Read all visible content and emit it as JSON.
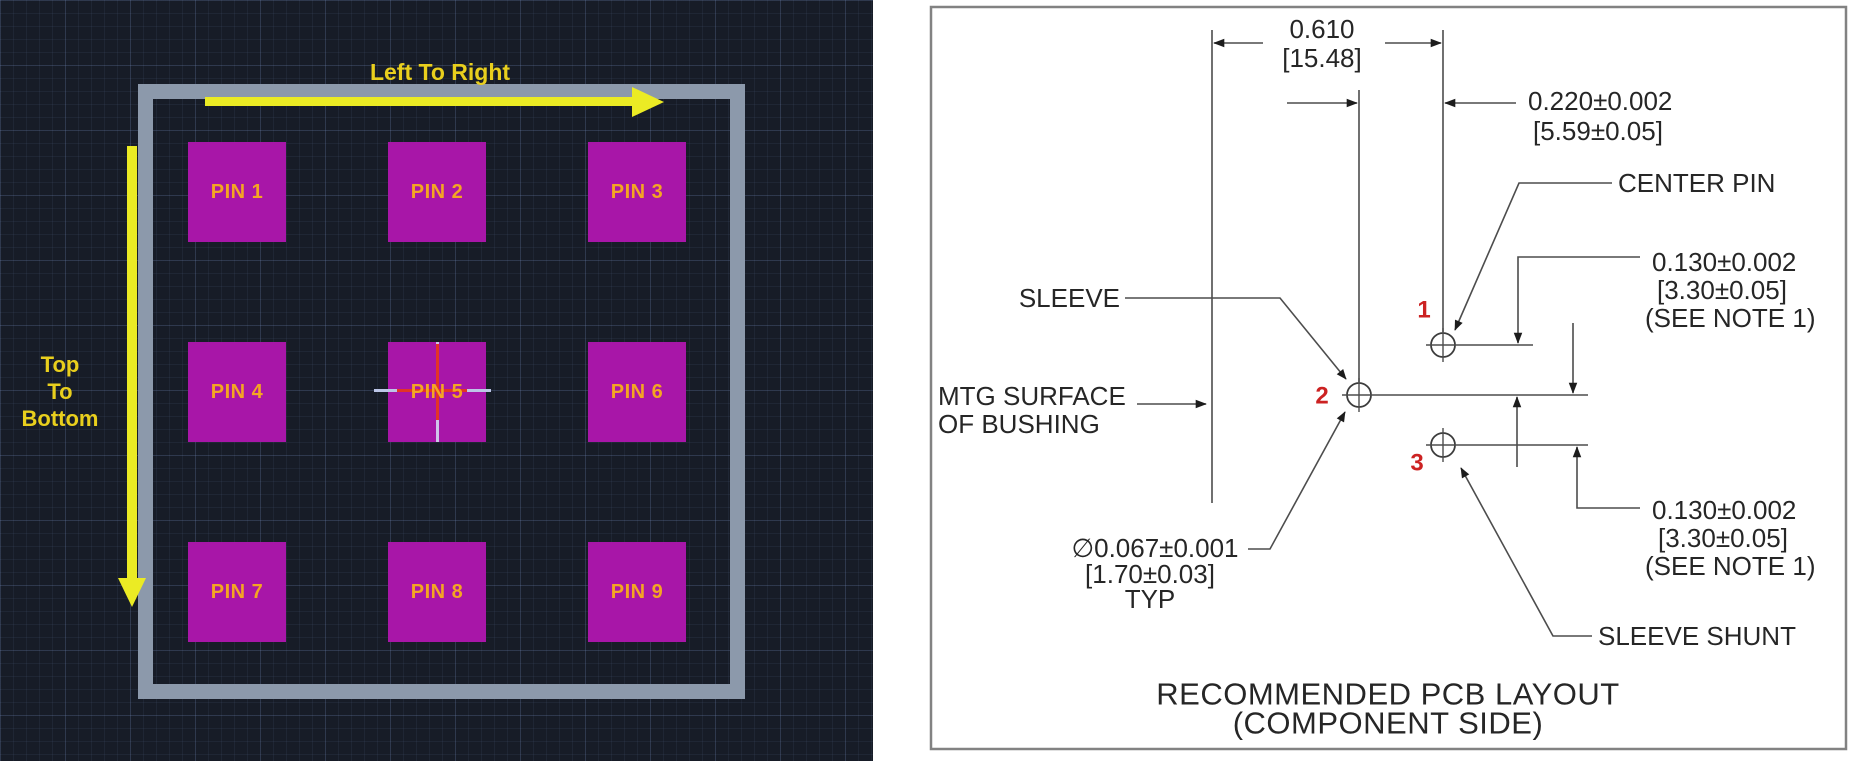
{
  "left_panel": {
    "direction_labels": {
      "horizontal": "Left To Right",
      "vertical_line1": "Top",
      "vertical_line2": "To",
      "vertical_line3": "Bottom"
    },
    "pins": [
      {
        "label": "PIN 1"
      },
      {
        "label": "PIN 2"
      },
      {
        "label": "PIN 3"
      },
      {
        "label": "PIN 4"
      },
      {
        "label": "PIN 5"
      },
      {
        "label": "PIN 6"
      },
      {
        "label": "PIN 7"
      },
      {
        "label": "PIN 8"
      },
      {
        "label": "PIN 9"
      }
    ],
    "colors": {
      "background": "#171c27",
      "frame": "#8c99ab",
      "pad": "#a816a8",
      "pad_label": "#f4a622",
      "arrow": "#ebeb24",
      "crosshair_red": "#e23426"
    }
  },
  "right_panel": {
    "labels": {
      "sleeve": "SLEEVE",
      "mtg_line1": "MTG SURFACE",
      "mtg_line2": "OF BUSHING",
      "center_pin": "CENTER PIN",
      "sleeve_shunt": "SLEEVE SHUNT"
    },
    "pad_numbers": [
      "1",
      "2",
      "3"
    ],
    "dims": {
      "width": {
        "l1": "0.610",
        "l2": "[15.48]"
      },
      "offset": {
        "l1": "0.220±0.002",
        "l2": "[5.59±0.05]"
      },
      "upper": {
        "l1": "0.130±0.002",
        "l2": "[3.30±0.05]",
        "l3": "(SEE NOTE 1)"
      },
      "lower": {
        "l1": "0.130±0.002",
        "l2": "[3.30±0.05]",
        "l3": "(SEE NOTE 1)"
      },
      "hole": {
        "l1": "∅0.067±0.001",
        "l2": "[1.70±0.03]",
        "l3": "TYP"
      }
    },
    "title": {
      "l1": "RECOMMENDED PCB LAYOUT",
      "l2": "(COMPONENT SIDE)"
    },
    "colors": {
      "line": "#4d4d4d",
      "text": "#262626",
      "pad_number": "#cc2222",
      "border": "#828282"
    }
  }
}
